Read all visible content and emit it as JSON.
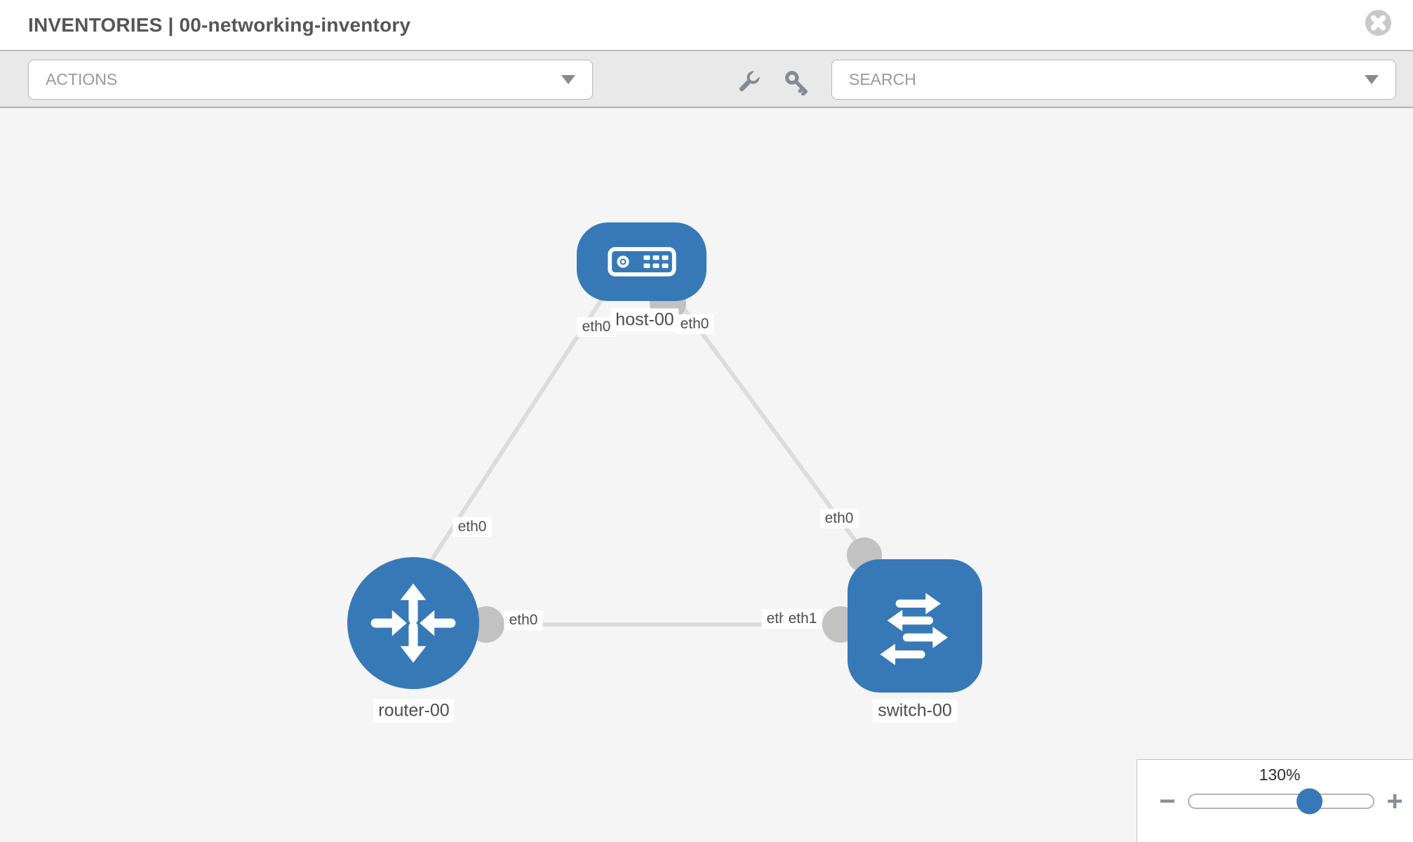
{
  "header": {
    "title": "INVENTORIES | 00-networking-inventory"
  },
  "toolbar": {
    "actions_label": "ACTIONS",
    "search_placeholder": "SEARCH",
    "icons": [
      "wrench-icon",
      "key-icon",
      "chevron-down-icon"
    ]
  },
  "diagram": {
    "nodes": [
      {
        "id": "host-00",
        "type": "host",
        "label": "host-00"
      },
      {
        "id": "router-00",
        "type": "router",
        "label": "router-00"
      },
      {
        "id": "switch-00",
        "type": "switch",
        "label": "switch-00"
      }
    ],
    "links": [
      {
        "from": "host-00",
        "to": "router-00",
        "from_iface": "eth0",
        "to_iface": "eth0"
      },
      {
        "from": "host-00",
        "to": "switch-00",
        "from_iface": "eth0",
        "to_iface": "eth0"
      },
      {
        "from": "router-00",
        "to": "switch-00",
        "from_iface": "eth0",
        "to_iface": "eth1"
      }
    ],
    "iface_labels": [
      {
        "text": "eth0",
        "near": "host-00-left"
      },
      {
        "text": "eth0",
        "near": "host-00-right"
      },
      {
        "text": "eth0",
        "near": "router-00-top"
      },
      {
        "text": "eth0",
        "near": "switch-00-top"
      },
      {
        "text": "eth0",
        "near": "router-00-right"
      },
      {
        "text": "eth0",
        "near": "switch-00-left-under"
      },
      {
        "text": "eth1",
        "near": "switch-00-left"
      }
    ]
  },
  "zoom_control": {
    "level": "130%",
    "minus_label": "−",
    "plus_label": "+"
  },
  "colors": {
    "node_fill": "#3779b7",
    "link": "#dcdcdc",
    "interface_dot": "#c2c2c2",
    "toolbar_bg": "#e9e9e9",
    "canvas_bg": "#f5f5f6",
    "icon_gray": "#858b94",
    "chip_text": "#4d4d4d"
  }
}
